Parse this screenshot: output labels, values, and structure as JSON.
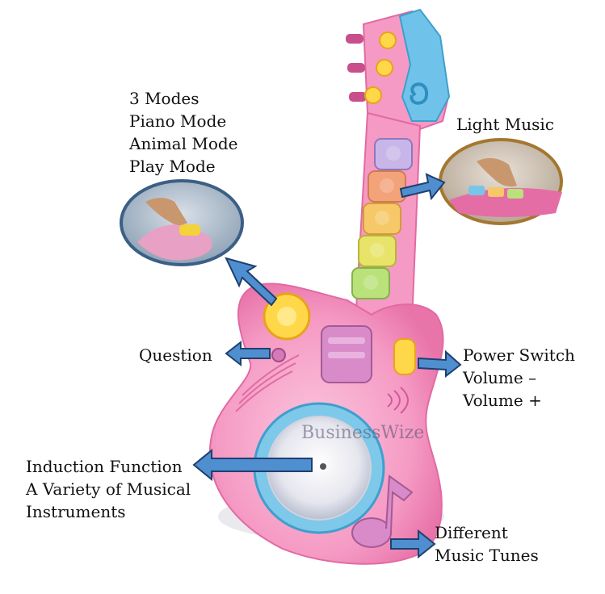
{
  "colors": {
    "body_pink": "#f59ac4",
    "body_pink_light": "#fbc6de",
    "body_pink_dark": "#e874aa",
    "head_blue": "#6fc3ea",
    "arrow_blue": "#4f8fcf",
    "arrow_outline": "#1f3f6f",
    "key_yellow": "#ffd84a",
    "tuning_peg": "#c84f8c"
  },
  "labels": {
    "modes": [
      "3 Modes",
      "Piano Mode",
      "Animal Mode",
      "Play Mode"
    ],
    "light_music": "Light Music",
    "question": "Question",
    "power": [
      "Power Switch",
      "Volume –",
      "Volume +"
    ],
    "induction": [
      "Induction Function",
      "A Variety of Musical",
      "Instruments"
    ],
    "tunes": [
      "Different",
      "Music Tunes"
    ]
  },
  "watermark": "BusinessWize"
}
